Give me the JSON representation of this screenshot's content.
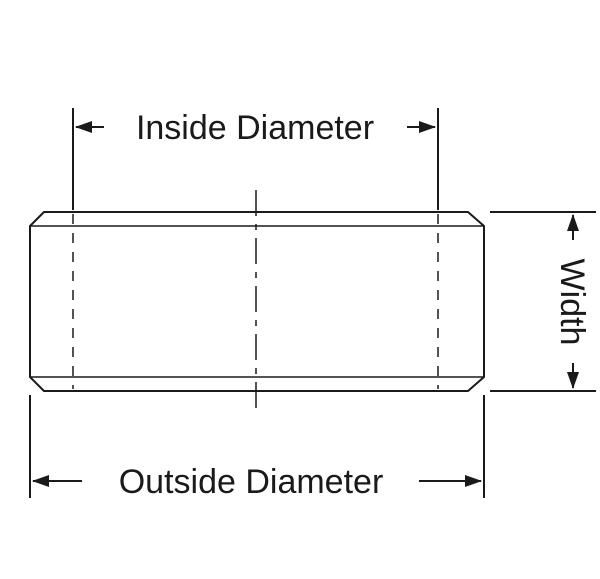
{
  "labels": {
    "inside_diameter": "Inside Diameter",
    "outside_diameter": "Outside Diameter",
    "width": "Width"
  },
  "colors": {
    "line": "#1a1a1a",
    "background": "#ffffff"
  }
}
